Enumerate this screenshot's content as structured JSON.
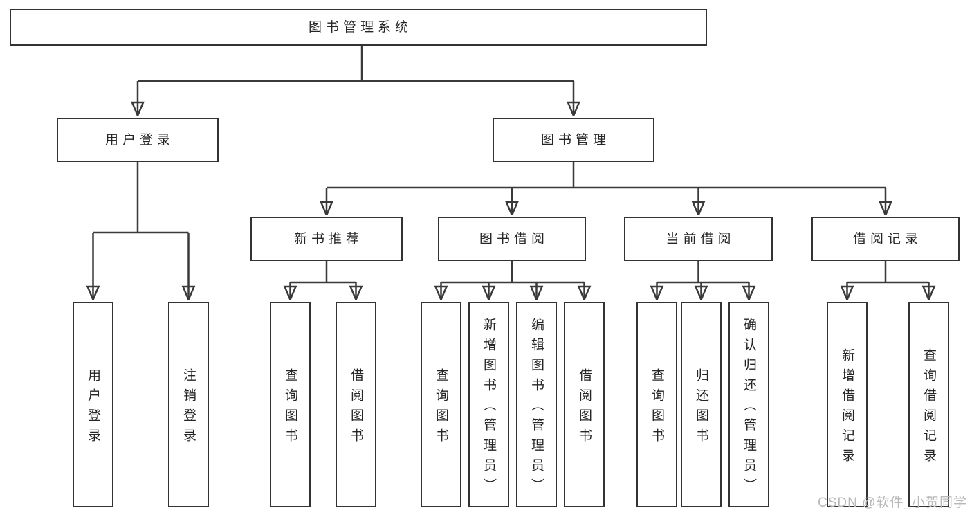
{
  "diagram": {
    "type": "tree",
    "title": "图书管理系统",
    "root": {
      "label": "图书管理系统"
    },
    "level2": [
      {
        "label": "用户登录",
        "parent": "图书管理系统"
      },
      {
        "label": "图书管理",
        "parent": "图书管理系统"
      }
    ],
    "level3": [
      {
        "label": "新书推荐",
        "parent": "图书管理"
      },
      {
        "label": "图书借阅",
        "parent": "图书管理"
      },
      {
        "label": "当前借阅",
        "parent": "图书管理"
      },
      {
        "label": "借阅记录",
        "parent": "图书管理"
      }
    ],
    "leaves": [
      {
        "label": "用户登录",
        "parent": "用户登录"
      },
      {
        "label": "注销登录",
        "parent": "用户登录"
      },
      {
        "label": "查询图书",
        "parent": "新书推荐"
      },
      {
        "label": "借阅图书",
        "parent": "新书推荐"
      },
      {
        "label": "查询图书",
        "parent": "图书借阅"
      },
      {
        "label": "新增图书（管理员）",
        "parent": "图书借阅"
      },
      {
        "label": "编辑图书（管理员）",
        "parent": "图书借阅"
      },
      {
        "label": "借阅图书",
        "parent": "图书借阅"
      },
      {
        "label": "查询图书",
        "parent": "当前借阅"
      },
      {
        "label": "归还图书",
        "parent": "当前借阅"
      },
      {
        "label": "确认归还（管理员）",
        "parent": "当前借阅"
      },
      {
        "label": "新增借阅记录",
        "parent": "借阅记录"
      },
      {
        "label": "查询借阅记录",
        "parent": "借阅记录"
      }
    ],
    "watermark": "CSDN @软件_小贺同学",
    "colors": {
      "line": "#3a3a3a",
      "box_border": "#333333",
      "box_fill": "#ffffff",
      "text": "#262626",
      "background": "#ffffff",
      "watermark": "#b8b8b8"
    }
  }
}
